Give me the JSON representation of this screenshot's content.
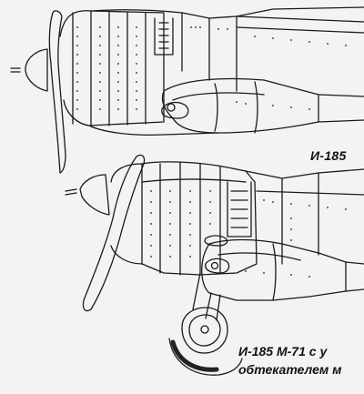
{
  "drawing": {
    "caption_top": "И-185",
    "caption_bottom_line1": "И-185 М-71 с у",
    "caption_bottom_line2": "обтекателем м",
    "line_color": "#1a1a1a",
    "background_color": "#f4f3f1"
  }
}
